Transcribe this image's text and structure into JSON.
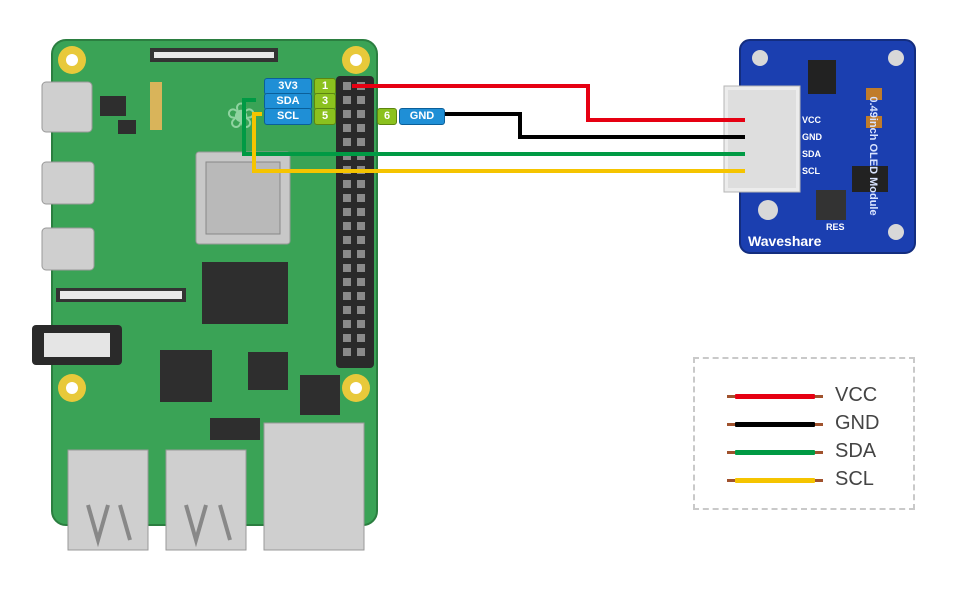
{
  "rpi": {
    "pins": [
      {
        "name": "3V3",
        "number": "1"
      },
      {
        "name": "SDA",
        "number": "3"
      },
      {
        "name": "SCL",
        "number": "5"
      },
      {
        "name": "GND",
        "number": "6"
      }
    ]
  },
  "module": {
    "title": "0.49inch OLED Module",
    "brand": "Waveshare",
    "res_label": "RES",
    "pins": [
      "VCC",
      "GND",
      "SDA",
      "SCL"
    ]
  },
  "legend": [
    {
      "label": "VCC",
      "color": "#e60012"
    },
    {
      "label": "GND",
      "color": "#000000"
    },
    {
      "label": "SDA",
      "color": "#009a44"
    },
    {
      "label": "SCL",
      "color": "#f5c400"
    }
  ],
  "colors": {
    "pcb_green": "#3aa356",
    "module_blue": "#1b3fb0"
  }
}
